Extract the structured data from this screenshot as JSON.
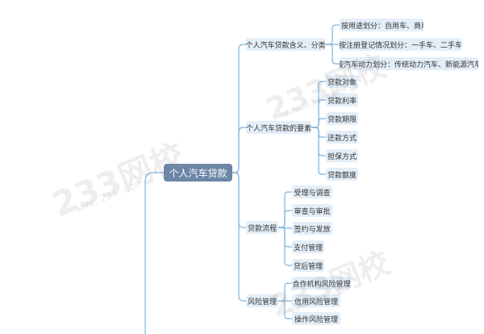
{
  "mindmap": {
    "root": "个人汽车贷款",
    "branches": [
      {
        "label": "个人汽车贷款含义、分类",
        "children": [
          "按用途划分：自用车、商用",
          "按注册登记情况划分：一手车、二手车",
          "按汽车动力划分：传统动力汽车、新能源汽车"
        ]
      },
      {
        "label": "个人汽车贷款的要素",
        "children": [
          "贷款对象",
          "贷款利率",
          "贷款期限",
          "还款方式",
          "担保方式",
          "贷款额度"
        ]
      },
      {
        "label": "贷款流程",
        "children": [
          "受理与调查",
          "审查与审批",
          "签约与发放",
          "支付管理",
          "贷后管理"
        ]
      },
      {
        "label": "风险管理",
        "children": [
          "合作机构风险管理",
          "信用风险管理",
          "操作风险管理"
        ]
      }
    ]
  },
  "watermark": {
    "text": "233网校",
    "sub": "www.233.com"
  },
  "colors": {
    "line": "#7fb3dc",
    "node_fill": "#e3eef8",
    "root_fill": "#6c86a8",
    "text": "#333333"
  }
}
